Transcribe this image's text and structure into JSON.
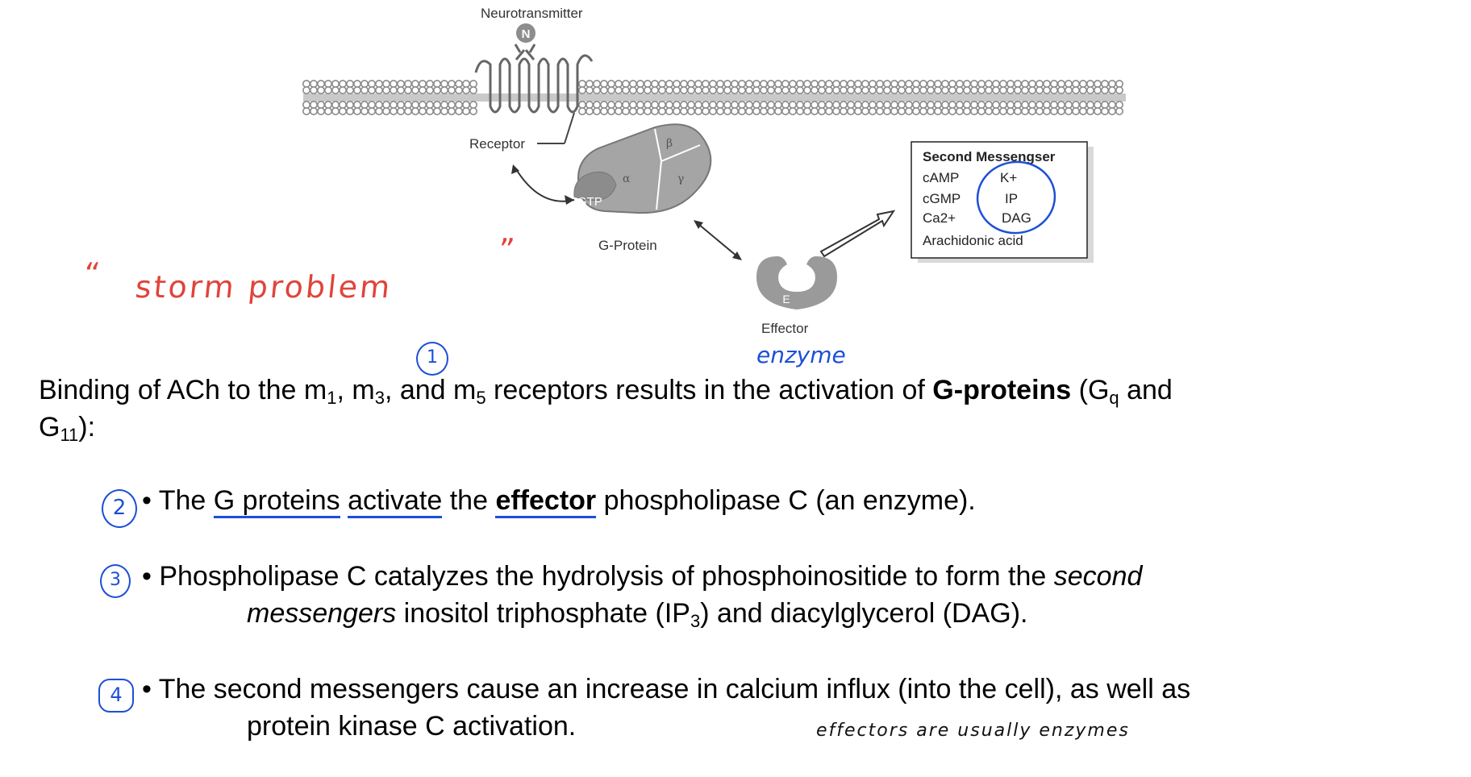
{
  "diagram": {
    "neurotransmitter_label": "Neurotransmitter",
    "n_glyph": "N",
    "receptor_label": "Receptor",
    "alpha": "α",
    "beta": "β",
    "gamma": "γ",
    "gtp": "GTP",
    "gprotein_label": "G-Protein",
    "effector_glyph": "E",
    "effector_label": "Effector",
    "second_messenger": {
      "title": "Second Messengser",
      "left": [
        "cAMP",
        "cGMP",
        "Ca2+",
        "Arachidonic acid"
      ],
      "right": [
        "K+",
        "IP",
        "DAG"
      ]
    }
  },
  "annotations": {
    "red_quote_open": "“",
    "red_text": "storm problem",
    "red_quote_close": "”",
    "enzyme": "enzyme",
    "circle_1": "1",
    "circle_2": "2",
    "circle_3": "3",
    "circle_4": "4",
    "effectors_note": "effectors are usually enzymes"
  },
  "text": {
    "binding_pre": "Binding of ACh to the m",
    "m1_sub": "1",
    "m3_mid": ", m",
    "m3_sub": "3",
    "m5_mid": ", and m",
    "m5_sub": "5",
    "binding_mid": " receptors results in the activation of ",
    "gproteins_bold": "G-proteins",
    "binding_paren": " (G",
    "gq_sub": "q",
    "binding_and": " and",
    "g11_pre": "G",
    "g11_sub": "11",
    "g11_post": "):",
    "b1_pre": "• The ",
    "b1_gproteins": "G proteins",
    "b1_space": " ",
    "b1_activate": "activate",
    "b1_the": " the ",
    "b1_effector": "effector",
    "b1_post": " phospholipase C (an enzyme).",
    "b2_pre": "• Phospholipase C catalyzes the hydrolysis of phosphoinositide to form the ",
    "b2_second": "second",
    "b2_messengers": "messengers",
    "b2_post": " inositol triphosphate (IP",
    "b2_ip3_sub": "3",
    "b2_end": ") and diacylglycerol (DAG).",
    "b3_line1": "• The second messengers cause an increase in calcium influx (into the cell), as well as",
    "b3_line2": "protein kinase C activation."
  },
  "colors": {
    "red_annotation": "#e0443a",
    "blue_annotation": "#1d4fd6",
    "membrane_gray": "#8a8a8a",
    "gprotein_gray": "#9b9b9b"
  }
}
